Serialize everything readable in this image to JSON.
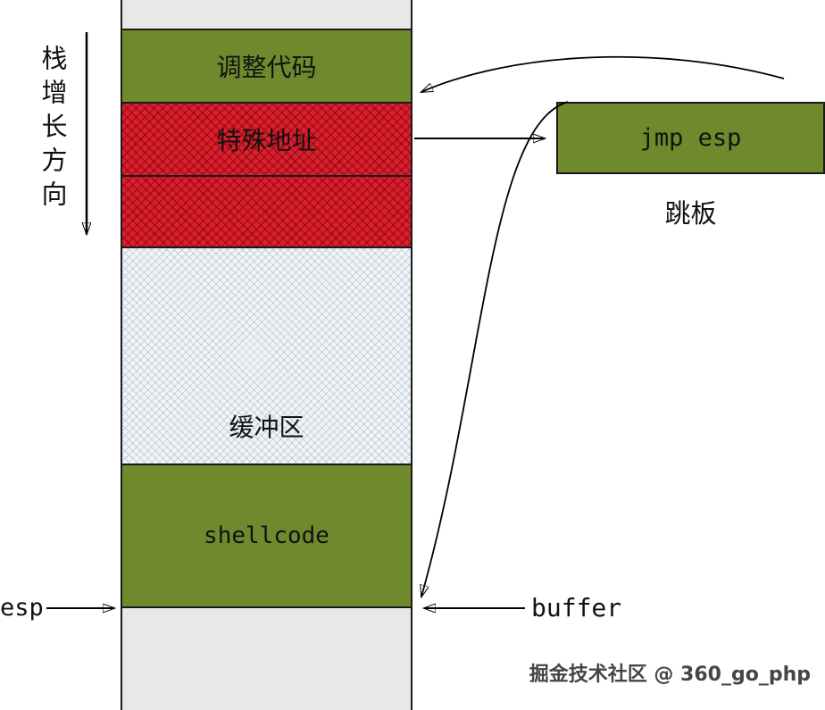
{
  "diagram": {
    "left_axis_label": "栈增长方向",
    "stack_blocks": {
      "adjust_code": "调整代码",
      "special_address": "特殊地址",
      "buffer_zone": "缓冲区",
      "shellcode": "shellcode"
    },
    "trampoline": {
      "label": "jmp esp",
      "caption": "跳板"
    },
    "pointers": {
      "esp": "esp",
      "buffer": "buffer"
    },
    "watermark": "掘金技术社区 @ 360_go_php",
    "colors": {
      "block_green": "#6f8a2d",
      "block_red": "#da1f2d",
      "buffer_fill": "#f0f4f7",
      "column_gray": "#e8e8e8",
      "line": "#000000"
    }
  }
}
